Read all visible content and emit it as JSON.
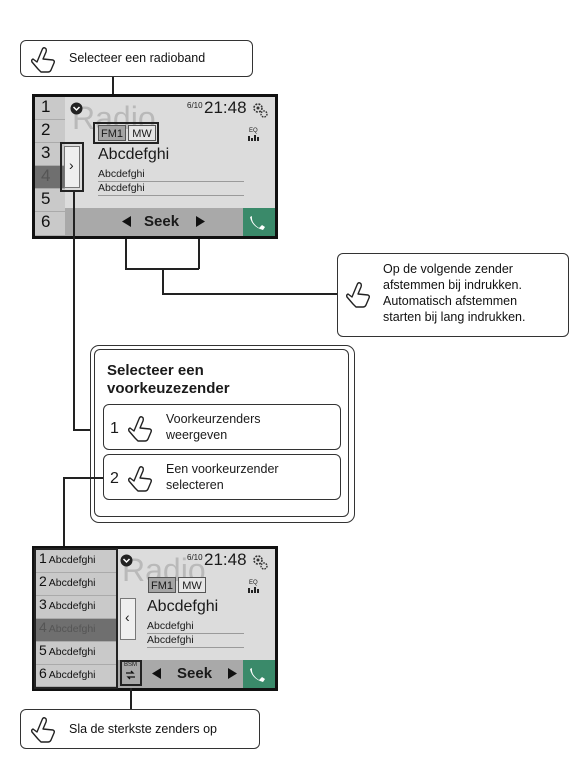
{
  "callouts": {
    "select_band": "Selecteer een radioband",
    "seek_info": [
      "Op de volgende zender",
      "afstemmen bij indrukken.",
      "Automatisch afstemmen",
      "starten bij lang indrukken."
    ],
    "store_strongest": "Sla de sterkste zenders op"
  },
  "preset_box": {
    "title_line1": "Selecteer een",
    "title_line2": "voorkeuzezender",
    "step1_num": "1",
    "step1_line1": "Voorkeurzenders",
    "step1_line2": "weergeven",
    "step2_num": "2",
    "step2_line1": "Een voorkeurzender",
    "step2_line2": "selecteren"
  },
  "screen_top": {
    "presets": [
      "1",
      "2",
      "3",
      "4",
      "5",
      "6"
    ],
    "active_index": 3,
    "watermark": "Radio",
    "date": "6/10",
    "time": "21:48",
    "band_fm": "FM1",
    "band_mw": "MW",
    "eq": "EQ",
    "station": "Abcdefghi",
    "info1": "Abcdefghi",
    "info2": "Abcdefghi",
    "seek": "Seek",
    "expand_arrow": "›"
  },
  "screen_bottom": {
    "presets": [
      "1",
      "2",
      "3",
      "4",
      "5",
      "6"
    ],
    "preset_names": [
      "Abcdefghi",
      "Abcdefghi",
      "Abcdefghi",
      "Abcdefghi",
      "Abcdefghi",
      "Abcdefghi"
    ],
    "active_index": 3,
    "watermark": "Radio",
    "date": "6/10",
    "time": "21:48",
    "band_fm": "FM1",
    "band_mw": "MW",
    "eq": "EQ",
    "station": "Abcdefghi",
    "info1": "Abcdefghi",
    "info2": "Abcdefghi",
    "seek": "Seek",
    "bsm": "BSM",
    "collapse_arrow": "‹"
  },
  "colors": {
    "screen_bg": "#dcdcdc",
    "active_preset": "#6f6f6f",
    "frame": "#111111",
    "seek_bar": "#a9a9a9",
    "phone_button": "#3a8a6a"
  }
}
